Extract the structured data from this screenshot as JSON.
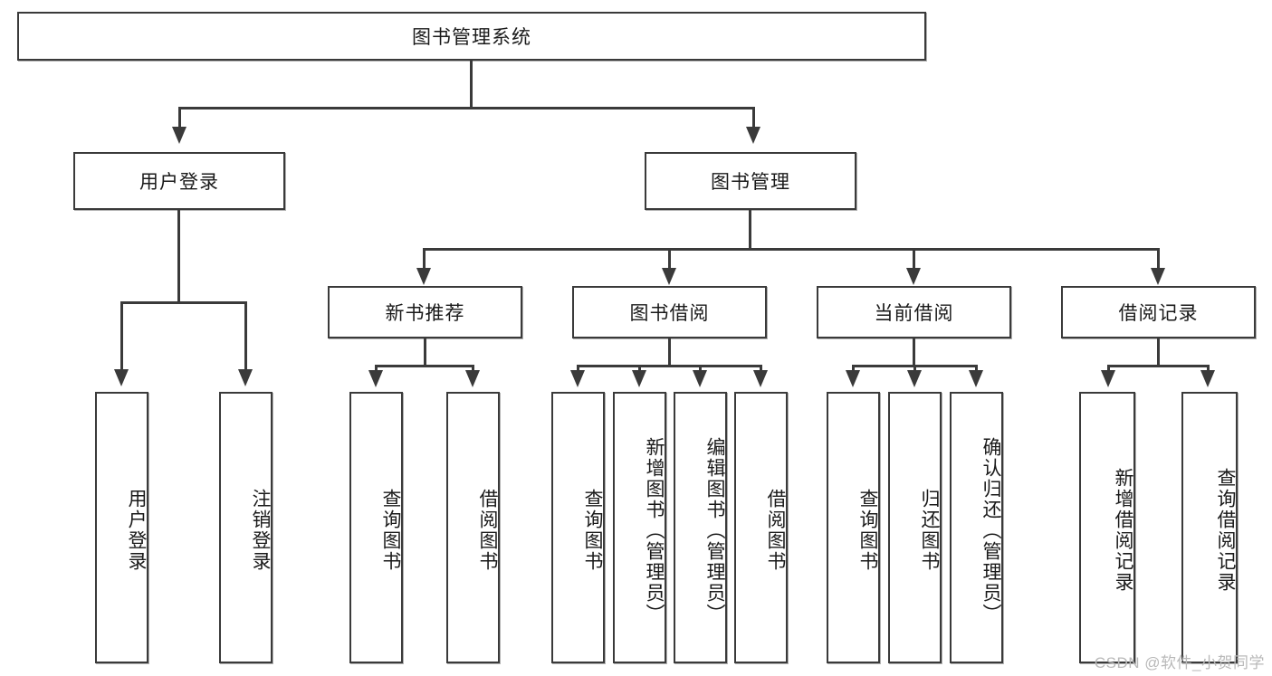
{
  "diagram": {
    "title": "图书管理系统",
    "watermark": "CSDN @软件_小贺同学",
    "accent_color": "#3a3a3a",
    "box_fill": "#ffffff",
    "text_color": "#1a1a1a",
    "level2": [
      {
        "label": "用户登录"
      },
      {
        "label": "图书管理"
      }
    ],
    "level3": [
      {
        "label": "新书推荐"
      },
      {
        "label": "图书借阅"
      },
      {
        "label": "当前借阅"
      },
      {
        "label": "借阅记录"
      }
    ],
    "leaves": {
      "user_login": [
        {
          "label": "用户登录"
        },
        {
          "label": "注销登录"
        }
      ],
      "new_book": [
        {
          "label": "查询图书"
        },
        {
          "label": "借阅图书"
        }
      ],
      "book_borrow": [
        {
          "label": "查询图书"
        },
        {
          "label": "新增图书（管理员）"
        },
        {
          "label": "编辑图书（管理员）"
        },
        {
          "label": "借阅图书"
        }
      ],
      "current_borrow": [
        {
          "label": "查询图书"
        },
        {
          "label": "归还图书"
        },
        {
          "label": "确认归还（管理员）"
        }
      ],
      "borrow_record": [
        {
          "label": "新增借阅记录"
        },
        {
          "label": "查询借阅记录"
        }
      ]
    }
  }
}
